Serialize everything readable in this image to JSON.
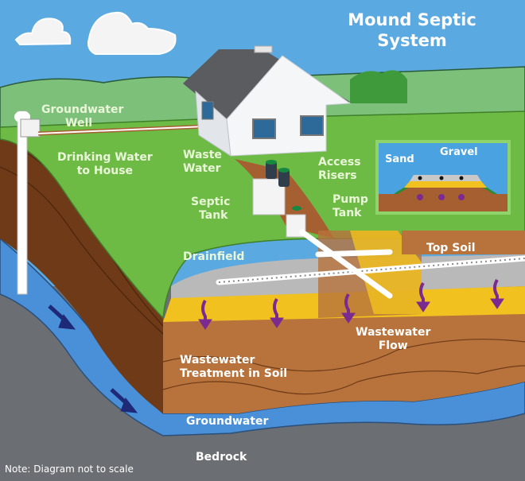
{
  "title": {
    "line1": "Mound Septic",
    "line2": "System"
  },
  "labels": {
    "groundwater_well": {
      "line1": "Groundwater",
      "line2": "Well"
    },
    "drinking_water": {
      "line1": "Drinking Water",
      "line2": "to House"
    },
    "waste_water": {
      "line1": "Waste",
      "line2": "Water"
    },
    "access_risers": {
      "line1": "Access",
      "line2": "Risers"
    },
    "septic_tank": {
      "line1": "Septic",
      "line2": "Tank"
    },
    "pump_tank": {
      "line1": "Pump",
      "line2": "Tank"
    },
    "drainfield": "Drainfield",
    "top_soil": "Top Soil",
    "wastewater_flow": {
      "line1": "Wastewater",
      "line2": "Flow"
    },
    "wastewater_treatment": {
      "line1": "Wastewater",
      "line2": "Treatment in Soil"
    },
    "groundwater": "Groundwater",
    "bedrock": "Bedrock"
  },
  "inset": {
    "sand": "Sand",
    "gravel": "Gravel"
  },
  "note": "Note: Diagram not to scale",
  "colors": {
    "sky": "#5aa9e0",
    "grass": "#6dbb45",
    "soil_light": "#b8733c",
    "soil_dark": "#6e3a17",
    "sand": "#f1c21f",
    "groundwater": "#4a90d9",
    "bedrock": "#6b6e73",
    "flow_arrow": "#7b2a8f"
  }
}
